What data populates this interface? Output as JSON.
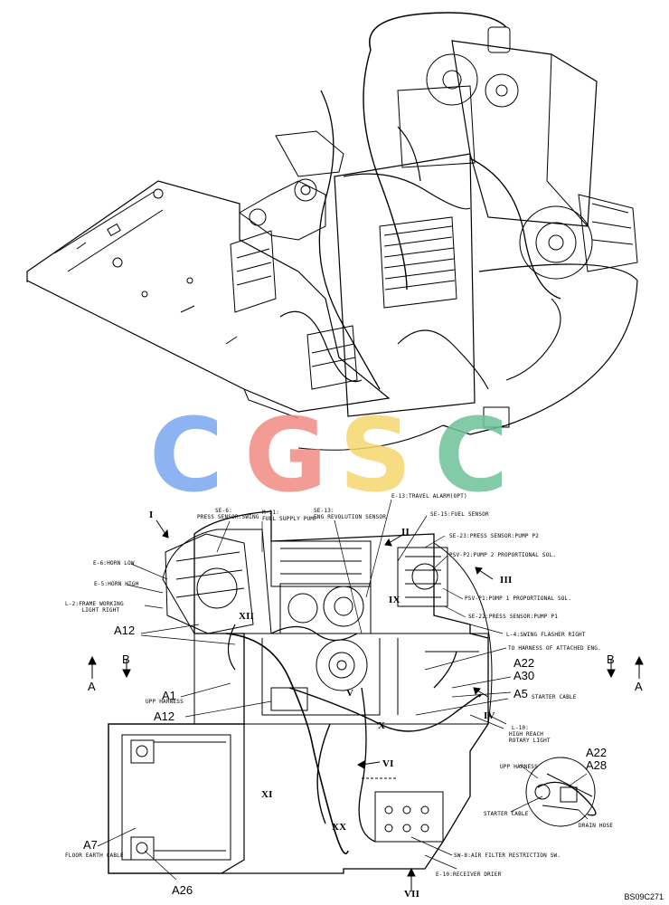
{
  "logo": {
    "letters": [
      "C",
      "G",
      "S",
      "C"
    ],
    "colors": [
      "#7aa6f0",
      "#f08b83",
      "#f5d76e",
      "#6ec29a"
    ]
  },
  "figure_code": "BS09C271",
  "views": {
    "I": "I",
    "II": "II",
    "III": "III",
    "IV": "IV",
    "V": "V",
    "VI": "VI",
    "VII": "VII",
    "IX": "IX",
    "X": "X",
    "XI": "XI",
    "XII": "XII",
    "XX": "XX"
  },
  "section_marks": {
    "a": "A",
    "b": "B"
  },
  "callouts": {
    "se6": {
      "code": "SE-6:",
      "desc": "PRESS SENSOR:SWING"
    },
    "m11": {
      "code": "M-11:",
      "desc": "FUEL SUPPLY PUMP"
    },
    "se13": {
      "code": "SE-13:",
      "desc": "ENG REVOLUTION SENSOR"
    },
    "e13": "E-13:TRAVEL ALARM(OPT)",
    "se15": "SE-15:FUEL SENSOR",
    "se23": "SE-23:PRESS SENSOR:PUMP P2",
    "psvp2": "PSV-P2:PUMP 2 PROPORTIONAL SOL.",
    "e6": "E-6:HORN LOW",
    "e5": "E-5:HORN HIGH",
    "l2": {
      "line1": "L-2:FRAME WORKING",
      "line2": "LIGHT RIGHT"
    },
    "psvp1": "PSV-P1:PUMP 1 PROPORTIONAL SOL.",
    "se22": "SE-22:PRESS SENSOR:PUMP P1",
    "l4": "L-4:SWING FLASHER RIGHT",
    "harness_attached": "TO HARNESS OF ATTACHED ENG.",
    "starter_cable": "STARTER CABLE",
    "l10": {
      "line1": "L-10:",
      "line2": "HIGH REACH",
      "line3": "ROTARY LIGHT"
    },
    "upp_harness": "UPP HARNESS",
    "upp_harness2": "UPP HARNESS",
    "starter_cable2": "STARTER CABLE",
    "drain_hose": "DRAIN HOSE",
    "floor_earth": "FLOOR EARTH CABLE",
    "sw8": "SW-8:AIR FILTER RESTRICTION SW.",
    "e10": "E-10:RECEIVER DRIER"
  },
  "refs": {
    "a12a": "A12",
    "a12b": "A12",
    "a1": "A1",
    "a22a": "A22",
    "a30": "A30",
    "a5": "A5",
    "a22b": "A22",
    "a28": "A28",
    "a7": "A7",
    "a26": "A26"
  }
}
